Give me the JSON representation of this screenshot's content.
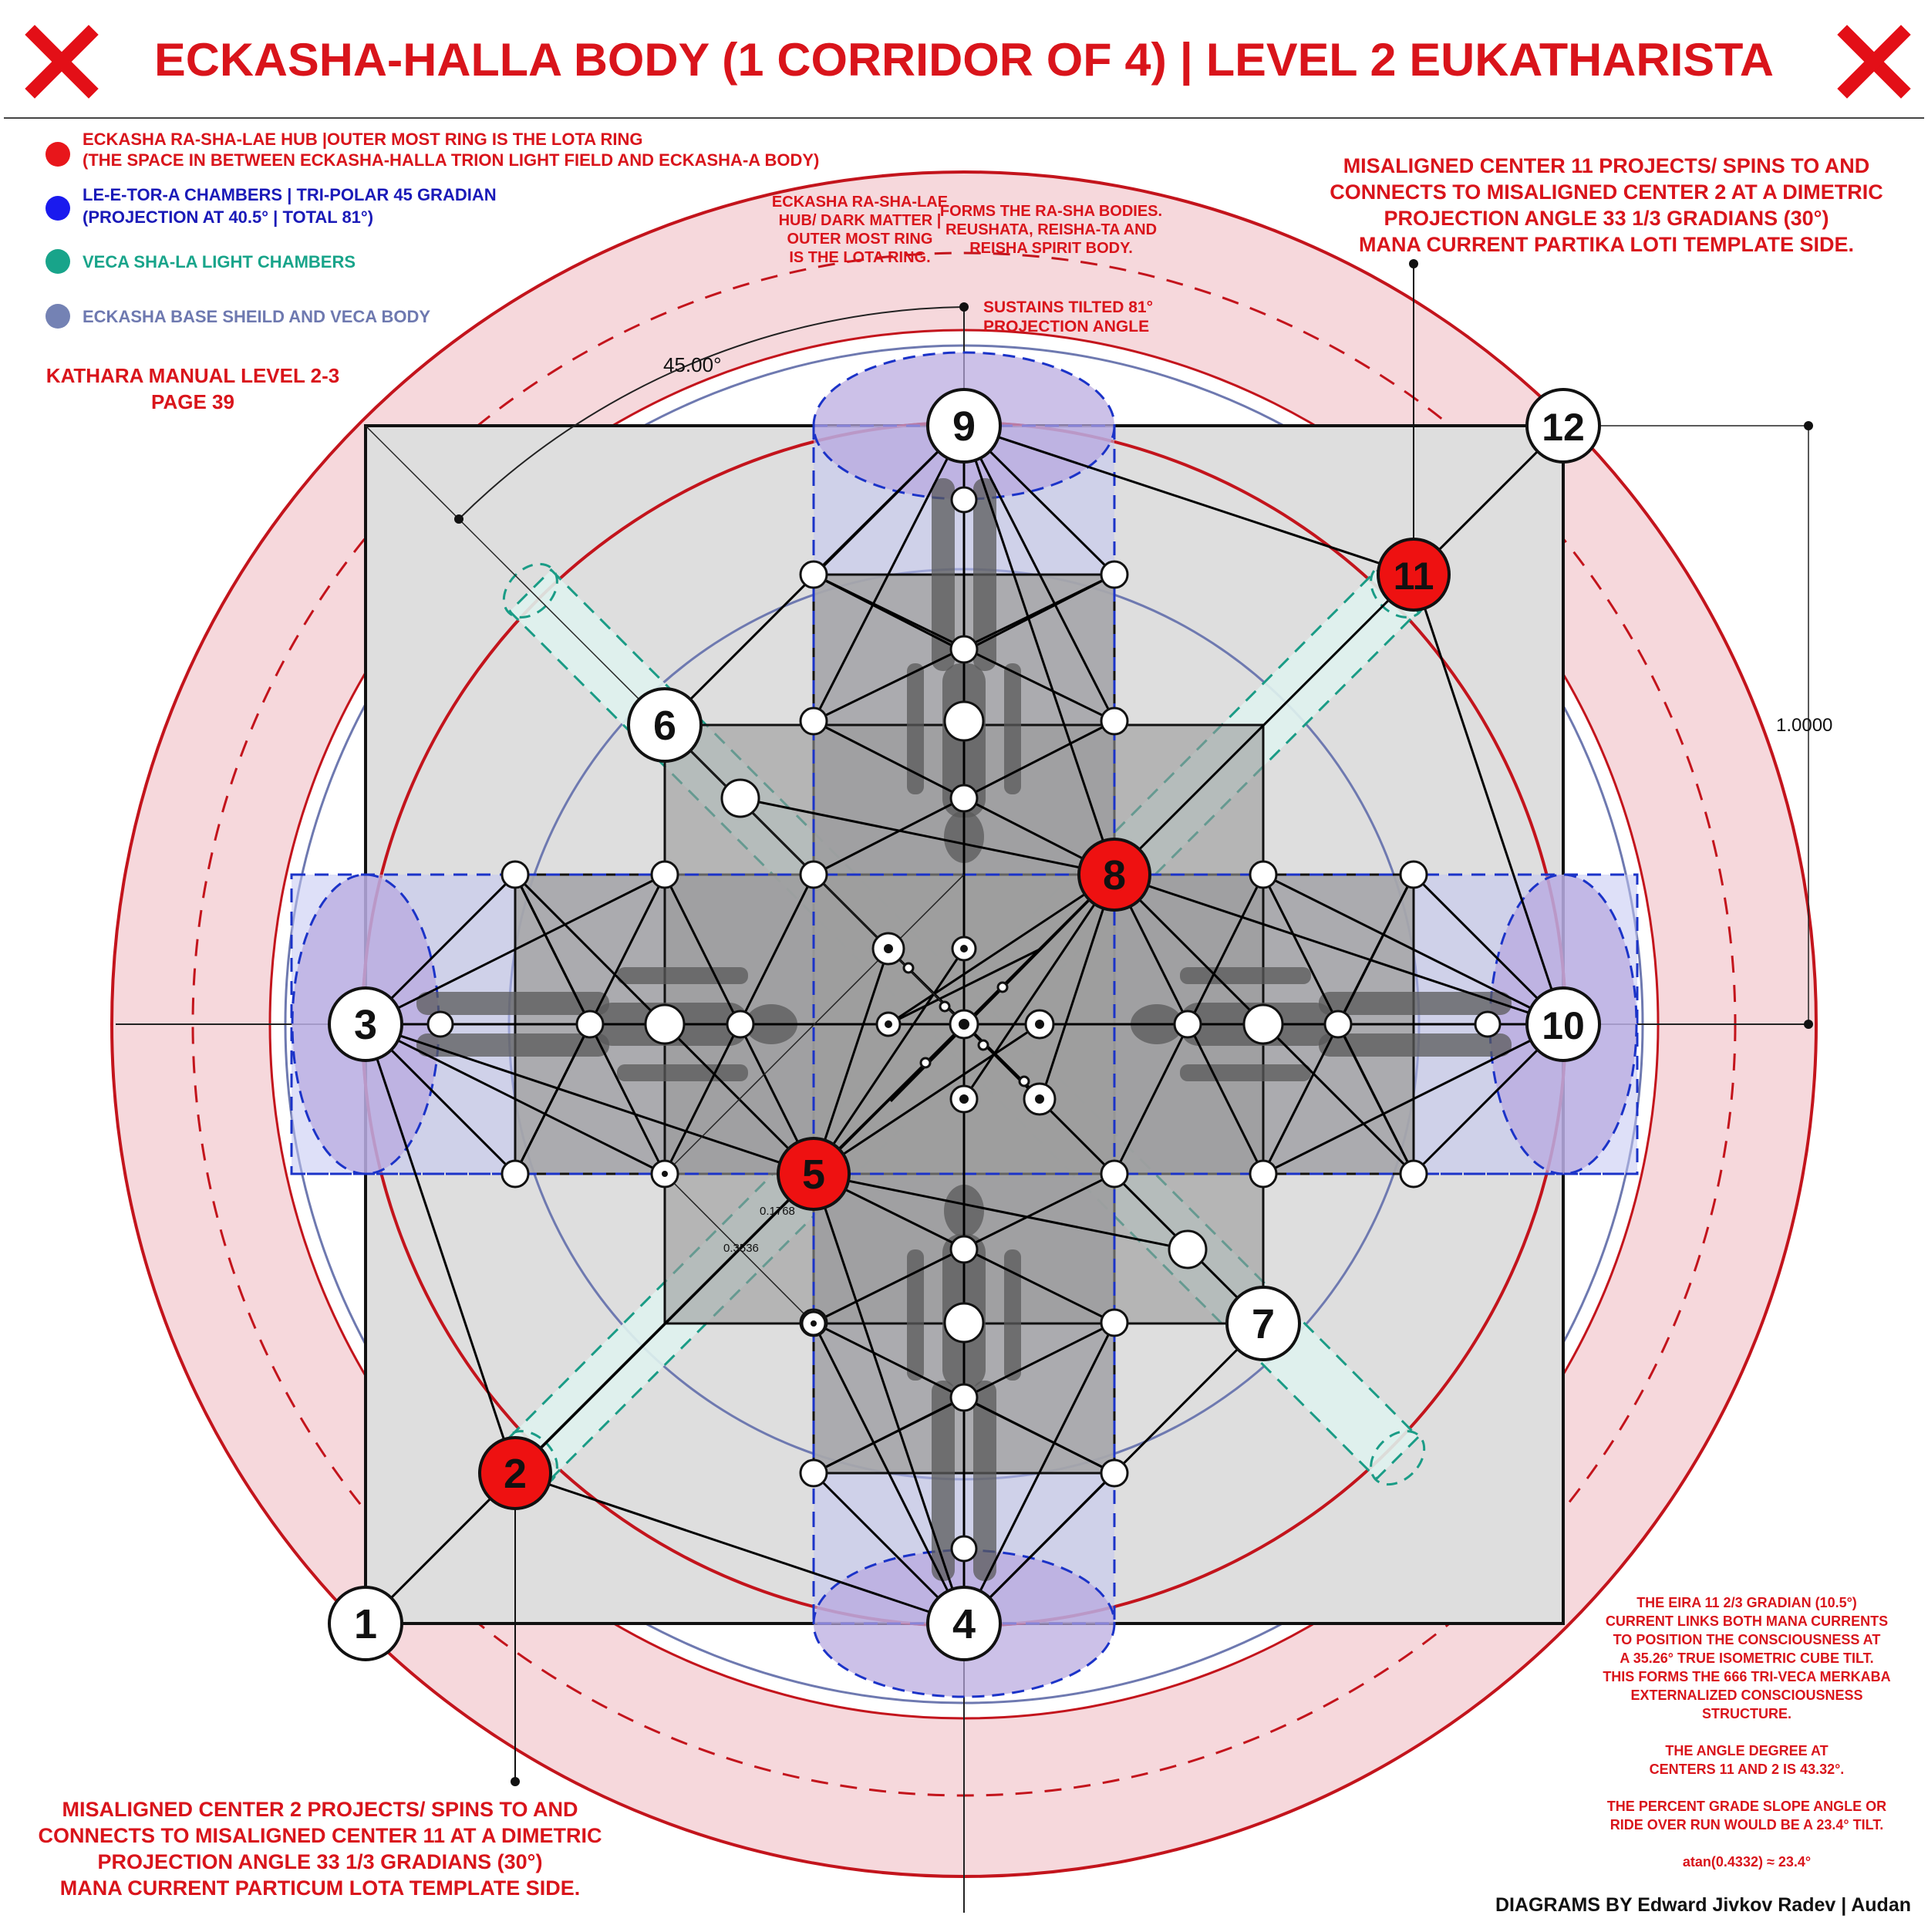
{
  "header": {
    "title": "ECKASHA-HALLA BODY (1 CORRIDOR OF 4) | LEVEL 2 EUKATHARISTA"
  },
  "legend": [
    {
      "color": "#e8161b",
      "line1": "ECKASHA RA-SHA-LAE HUB  |OUTER MOST RING IS THE LOTA RING",
      "line2": "(THE SPACE IN BETWEEN ECKASHA-HALLA TRION LIGHT FIELD AND ECKASHA-A BODY)"
    },
    {
      "color": "#1a1aee",
      "line1": "LE-E-TOR-A CHAMBERS  |  TRI-POLAR 45 GRADIAN",
      "line2": "(PROJECTION AT 40.5°  |  TOTAL 81°)"
    },
    {
      "color": "#18a48a",
      "line1": "VECA SHA-LA LIGHT CHAMBERS",
      "line2": ""
    },
    {
      "color": "#7482b4",
      "line1": "ECKASHA BASE SHEILD AND VECA BODY",
      "line2": ""
    }
  ],
  "reference": {
    "line1": "KATHARA MANUAL LEVEL 2-3",
    "line2": "PAGE 39"
  },
  "annotations": {
    "hub": [
      "ECKASHA RA-SHA-LAE",
      "HUB/ DARK MATTER |",
      "OUTER MOST RING",
      "IS THE LOTA RING."
    ],
    "rasha": [
      "FORMS THE RA-SHA BODIES.",
      "REUSHATA, REISHA-TA AND",
      "REISHA SPIRIT BODY."
    ],
    "sustains": [
      "SUSTAINS TILTED 81°",
      "PROJECTION ANGLE"
    ],
    "angle_label": "45.00°",
    "dimension_label": "1.0000",
    "small_dim_1": "0.1768",
    "small_dim_2": "0.3536"
  },
  "top_right_note": [
    "MISALIGNED CENTER 11 PROJECTS/ SPINS TO AND",
    "CONNECTS TO MISALIGNED CENTER 2 AT A DIMETRIC",
    "PROJECTION ANGLE 33 1/3 GRADIANS (30°)",
    "MANA CURRENT PARTIKA LOTI TEMPLATE SIDE."
  ],
  "bottom_left_note": [
    "MISALIGNED CENTER 2 PROJECTS/ SPINS TO AND",
    "CONNECTS TO MISALIGNED CENTER 11 AT A DIMETRIC",
    "PROJECTION ANGLE 33 1/3 GRADIANS (30°)",
    "MANA CURRENT PARTICUM LOTA TEMPLATE SIDE."
  ],
  "bottom_right_note": [
    "THE EIRA 11 2/3 GRADIAN (10.5°)",
    "CURRENT LINKS BOTH MANA CURRENTS",
    "TO POSITION THE CONSCIOUSNESS AT",
    "A 35.26° TRUE ISOMETRIC CUBE TILT.",
    "THIS FORMS THE 666 TRI-VECA MERKABA",
    "EXTERNALIZED CONSCIOUSNESS",
    "STRUCTURE.",
    "",
    "THE ANGLE DEGREE AT",
    "CENTERS 11 AND 2 IS 43.32°.",
    "",
    "THE PERCENT GRADE SLOPE ANGLE OR",
    "RIDE OVER RUN WOULD BE A 23.4° TILT.",
    "",
    "atan(0.4332) ≈ 23.4°"
  ],
  "credit": "DIAGRAMS BY Edward Jivkov Radev | Audan",
  "centers": [
    {
      "label": "1",
      "misaligned": false
    },
    {
      "label": "2",
      "misaligned": true
    },
    {
      "label": "3",
      "misaligned": false
    },
    {
      "label": "4",
      "misaligned": false
    },
    {
      "label": "5",
      "misaligned": true
    },
    {
      "label": "6",
      "misaligned": false
    },
    {
      "label": "7",
      "misaligned": false
    },
    {
      "label": "8",
      "misaligned": true
    },
    {
      "label": "9",
      "misaligned": false
    },
    {
      "label": "10",
      "misaligned": false
    },
    {
      "label": "11",
      "misaligned": true
    },
    {
      "label": "12",
      "misaligned": false
    }
  ],
  "colors": {
    "accent_red": "#d9141b",
    "node_red": "#ee1111",
    "blue_dash": "#1b33c8",
    "teal_dash": "#1a9c86",
    "ring_blue": "#6e79b0",
    "ring_pink": "#f6d8dc"
  }
}
